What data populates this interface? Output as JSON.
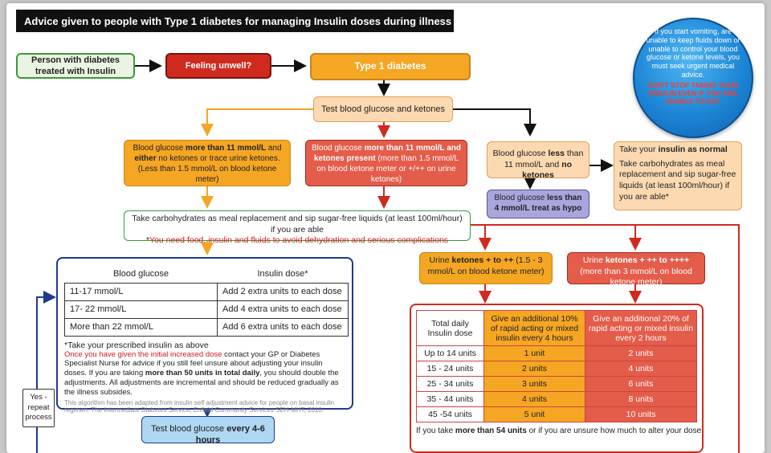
{
  "title": "Advice given to people with Type 1 diabetes for managing Insulin doses during illness",
  "warning": {
    "text": "If you start vomiting, are unable to keep fluids down or unable to control your blood glucose or ketone levels, you must seek urgent medical advice.",
    "alert": "DON'T STOP TAKING YOUR INSULIN EVEN IF YOU ARE UNABLE TO EAT."
  },
  "flow": {
    "person": "Person with diabetes treated with Insulin",
    "unwell": "Feeling unwell?",
    "type1": "Type 1 diabetes",
    "test": "Test blood glucose and ketones",
    "low_ketones": {
      "a": "Blood glucose ",
      "b": "more than 11 mmol/L",
      "c": " and ",
      "d": "either",
      "e": " no ketones or trace urine ketones. (Less than 1.5 mmol/L on blood ketone meter)"
    },
    "ketones_present": {
      "a": "Blood glucose ",
      "b": "more than 11 mmol/L and ketones present",
      "c": " (more than 1.5 mmol/L on blood ketone meter or +/++ on urine ketones)"
    },
    "less11": {
      "a": "Blood glucose ",
      "b": "less",
      "c": " than 11 mmol/L and ",
      "d": "no ketones"
    },
    "insulin_normal": {
      "a": "Take your ",
      "b": "insulin as normal",
      "c": "Take carbohydrates as meal replacement and sip sugar-free liquids (at least 100ml/hour) if you are able*"
    },
    "hypo": {
      "a": "Blood glucose ",
      "b": "less than 4 mmol/L treat as hypo"
    },
    "carbs": {
      "line1": "Take carbohydrates as meal replacement and sip sugar-free liquids (at least 100ml/hour) if you are able",
      "star": "*",
      "line2": "You need food, insulin and fluids to avoid dehydration and serious complications"
    },
    "urine_mid": {
      "a": "Urine ",
      "b": "ketones + to ++",
      "c": " (1.5 - 3 mmol/L on blood ketone meter)"
    },
    "urine_high": {
      "a": "Urine ",
      "b": "ketones + ++ to ++++",
      "c": " (more than 3 mmol/L on blood ketone meter)"
    },
    "repeat": "Yes - repeat process",
    "test_bottom": {
      "a": "Test blood glucose ",
      "b": "every 4-6 hours"
    }
  },
  "insulin_table": {
    "headers": [
      "Blood glucose",
      "Insulin dose*"
    ],
    "rows": [
      [
        "11-17 mmol/L",
        "Add 2 extra units to each dose"
      ],
      [
        "17- 22 mmol/L",
        "Add 4 extra units to each dose"
      ],
      [
        "More than 22 mmol/L",
        "Add 6 extra units to each dose"
      ]
    ],
    "note1": "*Take your prescribed insulin as above",
    "note2_red": "Once you have given the initial increased dose",
    "note2_rest": " contact your GP or Diabetes Specialist Nurse for advice if you still feel unsure about adjusting your insulin doses. If you are taking ",
    "note2_bold": "more than 50 units in total daily",
    "note2_end": ", you should double the adjustments. All adjustments are incremental and should be reduced gradually as the illness subsides.",
    "source": "This algorithm has been adapted from insulin self adjustment advice for people on basal insulin regimen. The Intermediate Diabetes Service, Enfield Community Services SEH-MHT, 2010."
  },
  "ketone_table": {
    "headers": [
      "Total daily Insulin dose",
      "Give an additional 10% of rapid acting or mixed insulin every 4 hours",
      "Give an additional 20% of rapid acting or mixed insulin every 2 hours"
    ],
    "rows": [
      [
        "Up to 14 units",
        "1 unit",
        "2 units"
      ],
      [
        "15 - 24 units",
        "2 units",
        "4 units"
      ],
      [
        "25 - 34 units",
        "3 units",
        "6 units"
      ],
      [
        "35 - 44 units",
        "4 units",
        "8 units"
      ],
      [
        "45 -54 units",
        "5 unit",
        "10 units"
      ]
    ],
    "footer_a": "If you take ",
    "footer_b": "more than 54 units",
    "footer_c": " or if you are unsure how much to alter your dose, contact"
  },
  "colors": {
    "orange": "#f5a623",
    "red": "#cf2a1e",
    "green": "#3a9a3a",
    "navy": "#1f3a8a",
    "peach": "#fcd9b0"
  }
}
